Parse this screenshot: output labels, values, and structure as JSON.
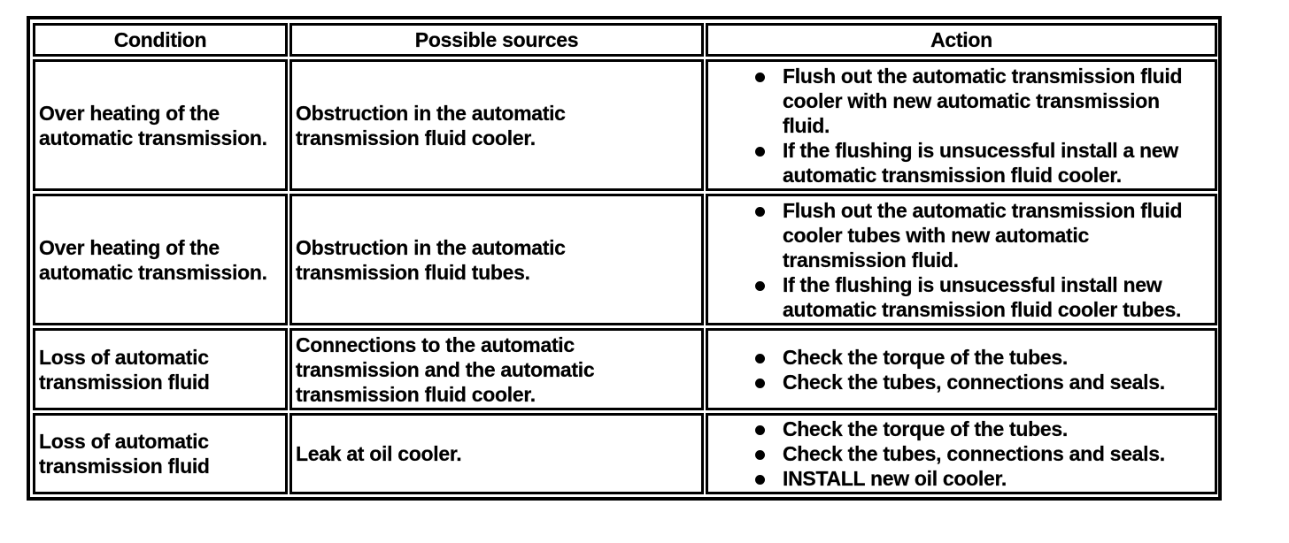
{
  "table": {
    "headers": [
      "Condition",
      "Possible sources",
      "Action"
    ],
    "rows": [
      {
        "condition": [
          "Over heating of the",
          "automatic transmission."
        ],
        "source": [
          "Obstruction in the automatic",
          "transmission fluid cooler."
        ],
        "actions": [
          [
            "Flush out the automatic transmission fluid",
            "cooler with new automatic transmission",
            "fluid."
          ],
          [
            "If the flushing is unsucessful install a new",
            "automatic transmission fluid cooler."
          ]
        ]
      },
      {
        "condition": [
          "Over heating of the",
          "automatic transmission."
        ],
        "source": [
          "Obstruction in the automatic",
          "transmission fluid tubes."
        ],
        "actions": [
          [
            "Flush out the automatic transmission fluid",
            "cooler tubes with new automatic",
            "transmission fluid."
          ],
          [
            "If the flushing is unsucessful install new",
            "automatic transmission fluid cooler tubes."
          ]
        ]
      },
      {
        "condition": [
          "Loss of automatic",
          "transmission fluid"
        ],
        "source": [
          "Connections to the automatic",
          "transmission and the automatic",
          "transmission fluid cooler."
        ],
        "actions": [
          [
            "Check the torque of the tubes."
          ],
          [
            "Check the tubes, connections and seals."
          ]
        ]
      },
      {
        "condition": [
          "Loss of automatic",
          "transmission fluid"
        ],
        "source": [
          "Leak at oil cooler."
        ],
        "actions": [
          [
            "Check the torque of the tubes."
          ],
          [
            "Check the tubes, connections and seals."
          ],
          [
            "INSTALL new oil cooler."
          ]
        ]
      }
    ]
  }
}
